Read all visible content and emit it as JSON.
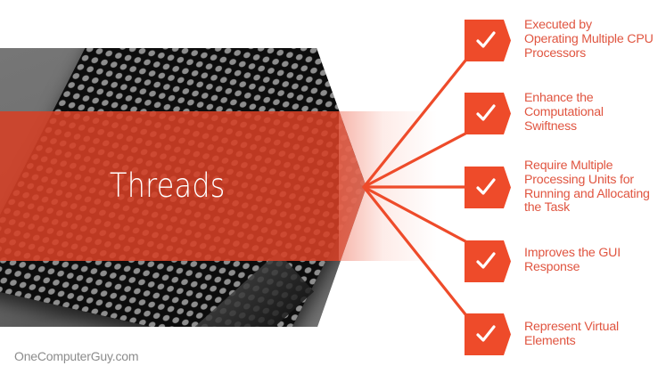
{
  "hero": {
    "title": "Threads",
    "image_subject": "cpu-chip-photo"
  },
  "colors": {
    "accent": "#ee4b2a",
    "band": "#d6402a",
    "item_text": "#e05540",
    "watermark": "#8c8c8c",
    "photo_gray": "#6f6f6f"
  },
  "items": [
    {
      "icon": "checkmark-icon",
      "lines": [
        "Executed by",
        "Operating Multiple CPU",
        "Processors"
      ]
    },
    {
      "icon": "checkmark-icon",
      "lines": [
        "Enhance the",
        "Computational",
        "Swiftness"
      ]
    },
    {
      "icon": "checkmark-icon",
      "lines": [
        "Require Multiple",
        "Processing Units for",
        "Running and Allocating",
        "the Task"
      ]
    },
    {
      "icon": "checkmark-icon",
      "lines": [
        "Improves the GUI",
        "Response"
      ]
    },
    {
      "icon": "checkmark-icon",
      "lines": [
        "Represent Virtual",
        "Elements"
      ]
    }
  ],
  "footer": {
    "watermark": "OneComputerGuy.com"
  }
}
